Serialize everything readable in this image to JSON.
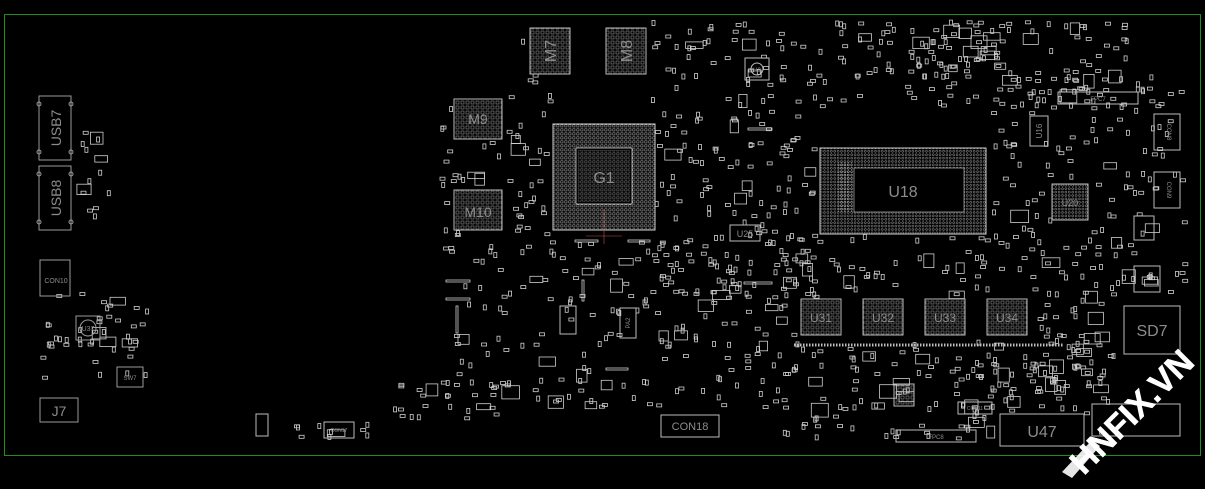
{
  "board": {
    "outline_color": "#1f8f1f",
    "silk_color": "#cfcfcf",
    "label_color": "#8c8c8c"
  },
  "components": {
    "usb7": "USB7",
    "usb8": "USB8",
    "con10": "CON10",
    "u37": "U37",
    "sw7": "SW7",
    "j7": "J7",
    "m7": "M7",
    "m8": "M8",
    "m9": "M9",
    "m10": "M10",
    "g1": "G1",
    "u18": "U18",
    "u25": "U25",
    "u20": "U20",
    "u16": "U16",
    "u31": "U31",
    "u32": "U32",
    "u33": "U33",
    "u34": "U34",
    "u47": "U47",
    "u9": "U9",
    "sd7": "SD7",
    "con18": "CON18",
    "fpc7": "FPC7",
    "fpc8": "FPC8",
    "con8": "CON8",
    "con9": "CON9",
    "con11": "CON11",
    "con17": "CON17",
    "pa": "PA2"
  },
  "watermark": {
    "text": "HNFIX.VN",
    "color": "#ffffff",
    "accent": "#e03030"
  }
}
